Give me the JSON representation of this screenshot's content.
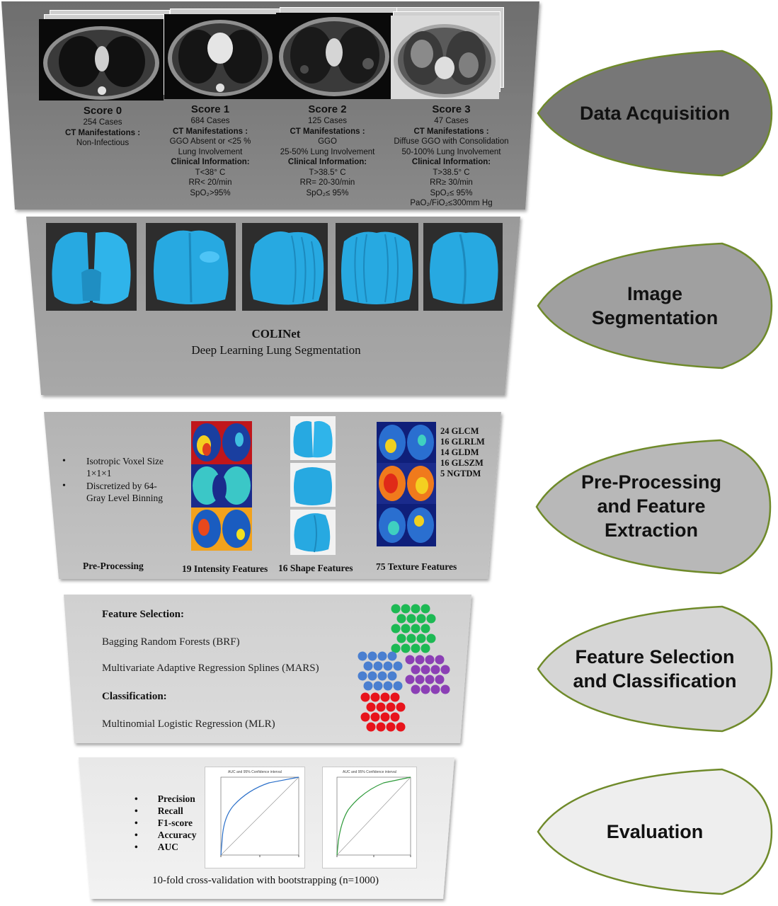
{
  "stages": [
    {
      "label": "Data Acquisition",
      "fill": "#777777"
    },
    {
      "label": "Image\nSegmentation",
      "fill": "#a0a0a0"
    },
    {
      "label": "Pre-Processing\nand Feature\nExtraction",
      "fill": "#b8b8b8"
    },
    {
      "label": "Feature Selection\nand Classification",
      "fill": "#d6d6d6"
    },
    {
      "label": "Evaluation",
      "fill": "#eeeeee"
    }
  ],
  "acquisition": {
    "scores": [
      {
        "title": "Score 0",
        "cases": "254 Cases",
        "ct_label": "CT Manifestations :",
        "ct_lines": [
          "Non-Infectious"
        ],
        "clin_label": "",
        "clin_lines": []
      },
      {
        "title": "Score 1",
        "cases": "684 Cases",
        "ct_label": "CT Manifestations :",
        "ct_lines": [
          "GGO Absent or <25 %",
          "Lung Involvement"
        ],
        "clin_label": "Clinical Information:",
        "clin_lines": [
          "T<38° C",
          "RR< 20/min",
          "SpO₂>95%"
        ]
      },
      {
        "title": "Score 2",
        "cases": "125 Cases",
        "ct_label": "CT Manifestations :",
        "ct_lines": [
          "GGO",
          "25-50% Lung Involvement"
        ],
        "clin_label": "Clinical Information:",
        "clin_lines": [
          "T>38.5° C",
          "RR= 20-30/min",
          "SpO₂≤ 95%"
        ]
      },
      {
        "title": "Score 3",
        "cases": "47 Cases",
        "ct_label": "CT Manifestations :",
        "ct_lines": [
          "Diffuse GGO with Consolidation",
          "50-100% Lung Involvement"
        ],
        "clin_label": "Clinical Information:",
        "clin_lines": [
          "T>38.5° C",
          "RR≥ 30/min",
          "SpO₂≤ 95%",
          "PaO₂/FiO₂≤300mm Hg"
        ]
      }
    ]
  },
  "segmentation": {
    "name": "COLINet",
    "subtitle": "Deep Learning Lung Segmentation",
    "lung_color": "#27a9e1"
  },
  "preprocessing": {
    "bullets": [
      "Isotropic Voxel Size 1×1×1",
      "Discretized by 64-Gray Level Binning"
    ],
    "labels": {
      "pre": "Pre-Processing",
      "intensity": "19 Intensity Features",
      "shape": "16 Shape Features",
      "texture": "75 Texture  Features"
    },
    "texture_list": [
      "24 GLCM",
      "16 GLRLM",
      "14 GLDM",
      "16 GLSZM",
      "5 NGTDM"
    ]
  },
  "feature_selection": {
    "fs_heading": "Feature Selection:",
    "fs_items": [
      "Bagging Random Forests (BRF)",
      "Multivariate Adaptive Regression Splines (MARS)"
    ],
    "cls_heading": "Classification:",
    "cls_items": [
      "Multinomial Logistic Regression (MLR)"
    ],
    "cluster_colors": {
      "green": "#1db954",
      "blue": "#4a7fd0",
      "purple": "#8b3fb5",
      "red": "#e8141c"
    }
  },
  "evaluation": {
    "metrics": [
      "Precision",
      "Recall",
      "F1-score",
      "Accuracy",
      "AUC"
    ],
    "roc_titles": [
      "AUC and 95% Confidence interval",
      "AUC and 95% Confidence interval"
    ],
    "roc_colors": [
      "#2a6fc9",
      "#2e9a3a"
    ],
    "footer": "10-fold cross-validation with bootstrapping (n=1000)"
  }
}
